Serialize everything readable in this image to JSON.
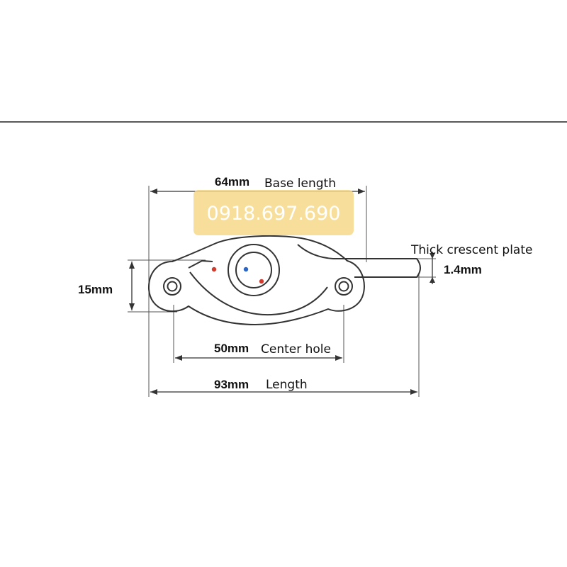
{
  "diagram": {
    "watermark": {
      "text": "0918.697.690",
      "color": "#f6d98a"
    },
    "dimensions": {
      "base_length": {
        "value": "64mm",
        "label": "Base length"
      },
      "height": {
        "value": "15mm"
      },
      "center_hole": {
        "value": "50mm",
        "label": "Center hole"
      },
      "length": {
        "value": "93mm",
        "label": "Length"
      },
      "thickness": {
        "value": "1.4mm"
      }
    },
    "notes": {
      "plate": "Thick crescent plate"
    },
    "marker_colors": {
      "red": "#d23a2e",
      "blue": "#2a66c8"
    }
  }
}
